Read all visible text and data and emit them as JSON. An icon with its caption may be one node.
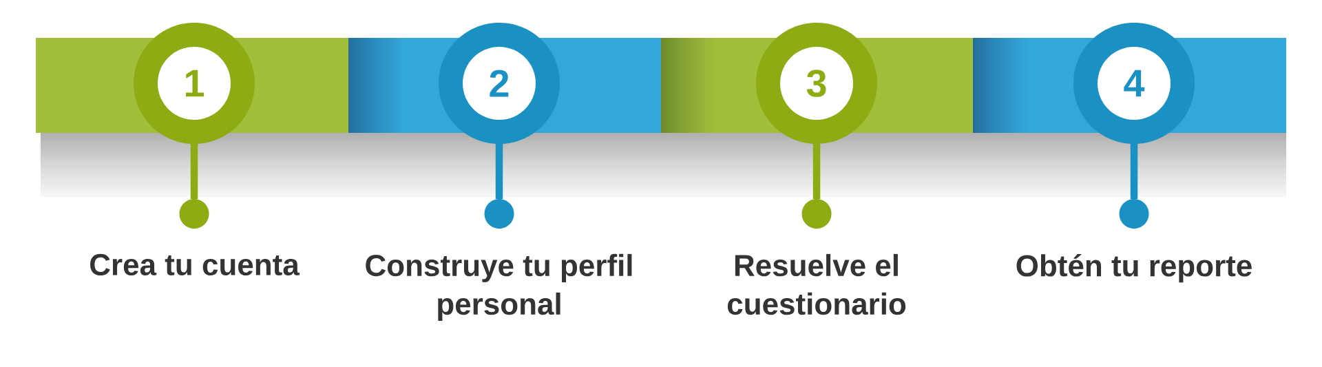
{
  "diagram": {
    "nodes": [
      {
        "text": [],
        "shape": "bar"
      },
      {
        "text": [],
        "shape": "bar"
      },
      {
        "text": [],
        "shape": "bar"
      },
      {
        "text": [],
        "shape": "bar"
      },
      {
        "text": [
          "1"
        ]
      },
      {
        "text": [
          "2"
        ]
      },
      {
        "text": [
          "3"
        ]
      },
      {
        "text": [
          "4"
        ]
      },
      {
        "text": [],
        "shape": "circle",
        "beside": [
          "Crea tu cuenta"
        ]
      },
      {
        "text": [],
        "shape": "circle",
        "beside": [
          "Construye tu perfil personal"
        ]
      },
      {
        "text": [],
        "shape": "circle",
        "beside": [
          "Resuelve el cuestionario"
        ]
      },
      {
        "text": [],
        "shape": "circle",
        "beside": [
          "Obtén tu reporte"
        ]
      }
    ],
    "edges": [
      {
        "from": 4,
        "to": 8,
        "arrow": "none",
        "color": "#8dab13"
      },
      {
        "from": 5,
        "to": 9,
        "arrow": "none",
        "color": "#1b91c3"
      },
      {
        "from": 6,
        "to": 10,
        "arrow": "none",
        "color": "#8dab13"
      },
      {
        "from": 7,
        "to": 11,
        "arrow": "none",
        "color": "#1b91c3"
      }
    ]
  }
}
